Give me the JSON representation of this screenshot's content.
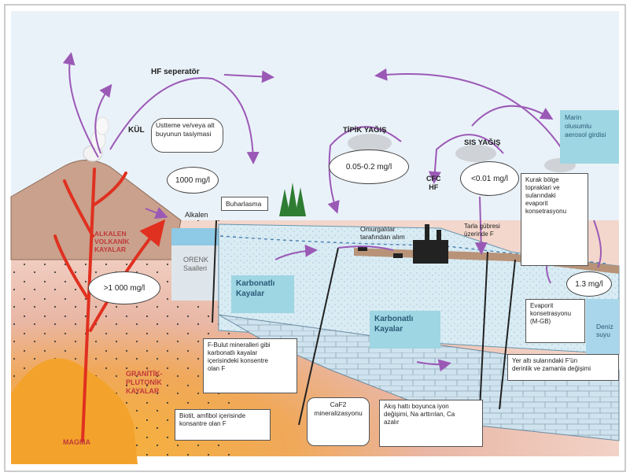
{
  "labels": {
    "hf_separator": "HF seperatör",
    "kul": "KÜL",
    "ash_note": "Ustteme ve/veya alt\nbuyunun tasiymasi",
    "tipik_yagis": "TİPİK YAĞIŞ",
    "sis_yagis": "SIS YAĞIŞ",
    "cfc": "CFC\nHF",
    "marine_aerosol": "Marin\nolusumlu\naerosol girdisi",
    "alkalen": "Alkalen",
    "buharlasma": "Buharlasma",
    "orenk_gol": "ORENK\nSaalleri",
    "alkalin_volcanic": "ALKALEN\nVOLKANİK\nKAYALAR",
    "granitik": "GRANİTİK-\nPLUTONİK\nKAYALAR",
    "magma": "MAGMA",
    "omurgalilar": "Omurgalılar\ntarafından alım",
    "tarla": "Tarla gübresi\nüzerinde F",
    "deniz_suyu": "Deniz\nsuyu"
  },
  "ovals": {
    "o1": "1000 mg/l",
    "o2": ">1 000 mg/l",
    "o3": "0.05-0.2 mg/l",
    "o4": "<0.01 mg/l",
    "o5": "1.3 mg/l"
  },
  "rocks": {
    "carbonate1": "Karbonatlı\nKayalar",
    "carbonate2": "Karbonatlı\nKayalar"
  },
  "boxes": {
    "kurak": "Kurak bölge\ntopraklari ve\nsularındaki\nevaporit\nkonsetrasyonu",
    "evaporit": "Evaporit\nkonsetrasyonu\n(M-GB)",
    "yer_alti": "Yer altı sularındaki F'ün\nderinlik ve zamanla değişimi",
    "f_bulut": "F-Bulut mineralleri gibi\nkarbonatlı kayalar\niçerisindeki konsentre\nolan F",
    "biotit": "Biotit, amfibol içerisinde\nkonsantre olan F",
    "caf2": "CaF2\nmineralizasyonu",
    "akis": "Akış hattı boyunca iyon\ndeğişimi, Na arttırılan, Ca\nazalır"
  },
  "colors": {
    "sky": "#e8f1f8",
    "volcano": "#c8a08a",
    "magma": "#f2a640",
    "carbonate": "#d3e6f0",
    "lava": "#e03020",
    "arrow": "#9b59b6",
    "teal": "#9fd6e3",
    "red_text": "#c23a3a"
  }
}
